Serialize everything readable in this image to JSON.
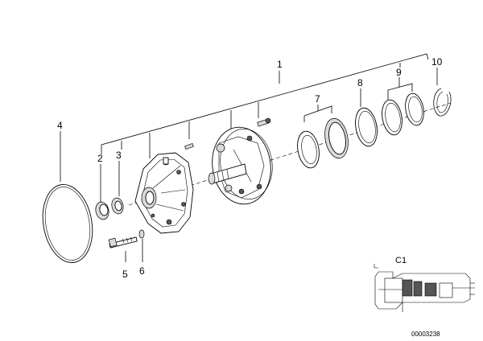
{
  "callouts": {
    "c1": "1",
    "c2": "2",
    "c3": "3",
    "c4": "4",
    "c5": "5",
    "c6": "6",
    "c7": "7",
    "c8": "8",
    "c9": "9",
    "c10": "10"
  },
  "inset": {
    "label": "C1"
  },
  "document_id": "00003238"
}
